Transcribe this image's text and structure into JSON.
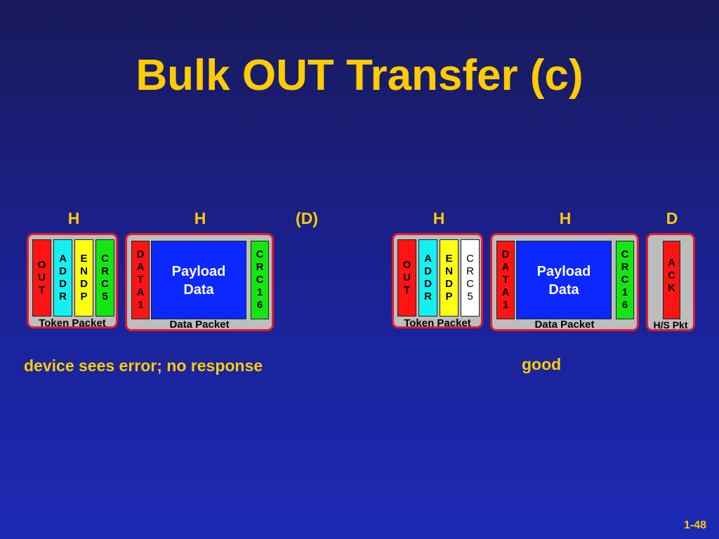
{
  "title": "Bulk OUT Transfer (c)",
  "left": {
    "roles": [
      "H",
      "H",
      "(D)"
    ],
    "token_fields": [
      "O\nU\nT",
      "A\nD\nD\nR",
      "E\nN\nD\nP",
      "C\nR\nC\n5"
    ],
    "token_label": "Token Packet",
    "data_fields": [
      "D\nA\nT\nA\n1",
      "Payload\nData",
      "C\nR\nC\n1\n6"
    ],
    "data_label": "Data Packet",
    "caption": "device sees error; no response"
  },
  "right": {
    "roles": [
      "H",
      "H",
      "D"
    ],
    "token_fields": [
      "O\nU\nT",
      "A\nD\nD\nR",
      "E\nN\nD\nP",
      "C\nR\nC\n5"
    ],
    "token_label": "Token Packet",
    "data_fields": [
      "D\nA\nT\nA\n1",
      "Payload\nData",
      "C\nR\nC\n1\n6"
    ],
    "data_label": "Data Packet",
    "hs_fields": [
      "A\nC\nK"
    ],
    "hs_label": "H/S Pkt",
    "caption": "good"
  },
  "page_number": "1-48",
  "colors": {
    "title": "#ffcc00",
    "packet_border": "#e01b2c",
    "out_field": "#ff1414",
    "addr_field": "#14f0f0",
    "endp_field": "#ffff14",
    "crc_field": "#14e614",
    "crc_white_field": "#ffffff",
    "payload_field": "#0a28ff"
  }
}
